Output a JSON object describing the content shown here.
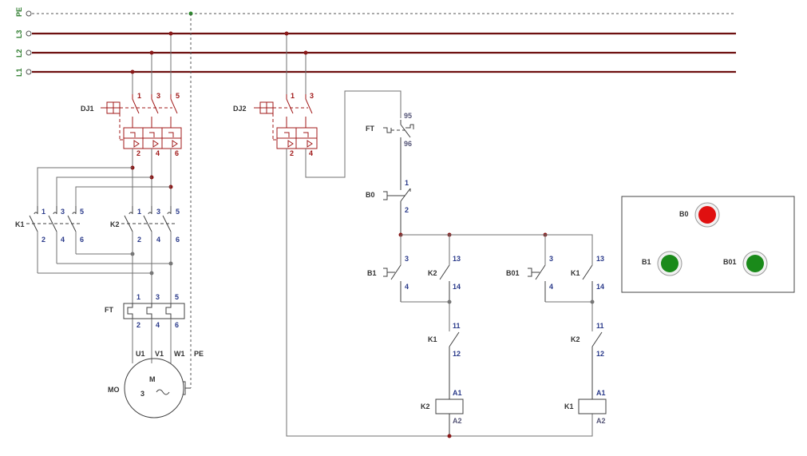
{
  "lines": {
    "pe": "PE",
    "l3": "L3",
    "l2": "L2",
    "l1": "L1"
  },
  "breakers": {
    "dj1": {
      "label": "DJ1",
      "top": [
        "1",
        "3",
        "5"
      ],
      "bottom": [
        "2",
        "4",
        "6"
      ]
    },
    "dj2": {
      "label": "DJ2",
      "top": [
        "1",
        "3"
      ],
      "bottom": [
        "2",
        "4"
      ]
    }
  },
  "contactors": {
    "k1": {
      "label": "K1",
      "top": [
        "1",
        "3",
        "5"
      ],
      "bottom": [
        "2",
        "4",
        "6"
      ]
    },
    "k2": {
      "label": "K2",
      "top": [
        "1",
        "3",
        "5"
      ],
      "bottom": [
        "2",
        "4",
        "6"
      ]
    }
  },
  "thermal": {
    "label": "FT",
    "top": [
      "1",
      "3",
      "5"
    ],
    "bottom": [
      "2",
      "4",
      "6"
    ]
  },
  "motor": {
    "label": "MO",
    "m": "M",
    "phase": "3",
    "symbol": "~",
    "terminals": [
      "U1",
      "V1",
      "W1",
      "PE"
    ]
  },
  "control": {
    "ft_contact": {
      "label": "FT",
      "a": "95",
      "b": "96"
    },
    "b0": {
      "label": "B0",
      "a": "1",
      "b": "2"
    },
    "b1": {
      "label": "B1",
      "a": "3",
      "b": "4"
    },
    "k2_aux": {
      "label": "K2",
      "a": "13",
      "b": "14"
    },
    "b01": {
      "label": "B01",
      "a": "3",
      "b": "4"
    },
    "k1_aux": {
      "label": "K1",
      "a": "13",
      "b": "14"
    },
    "k1_interlock": {
      "label": "K1",
      "a": "11",
      "b": "12"
    },
    "k2_interlock": {
      "label": "K2",
      "a": "11",
      "b": "12"
    },
    "k2_coil": {
      "label": "K2",
      "a": "A1",
      "b": "A2"
    },
    "k1_coil": {
      "label": "K1",
      "a": "A1",
      "b": "A2"
    }
  },
  "panel": {
    "b0": {
      "label": "B0",
      "color": "#e01010"
    },
    "b1": {
      "label": "B1",
      "color": "#1a8a1a"
    },
    "b01": {
      "label": "B01",
      "color": "#1a8a1a"
    }
  },
  "colors": {
    "bus": "#6e1010",
    "pe": "#2a8a2a",
    "breaker": "#a01818"
  }
}
